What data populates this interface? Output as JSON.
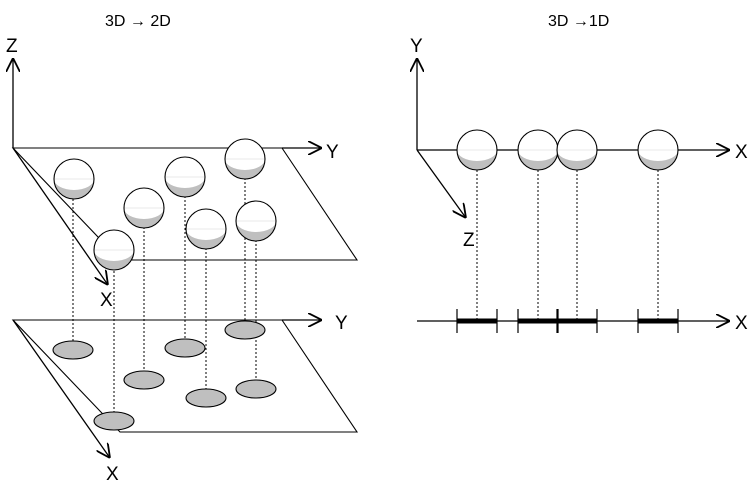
{
  "left_panel": {
    "title": "3D → 2D",
    "axes": {
      "z": "Z",
      "y_upper": "Y",
      "x_upper": "X",
      "y_lower": "Y",
      "x_lower": "X"
    }
  },
  "right_panel": {
    "title": "3D →1D",
    "axes": {
      "y": "Y",
      "x_upper": "X",
      "z": "Z",
      "x_lower": "X"
    }
  },
  "colors": {
    "stroke": "#000000",
    "sphere_fill": "#ffffff",
    "shadow": "#bfbfbf",
    "projection_fill": "#bfbfbf"
  }
}
